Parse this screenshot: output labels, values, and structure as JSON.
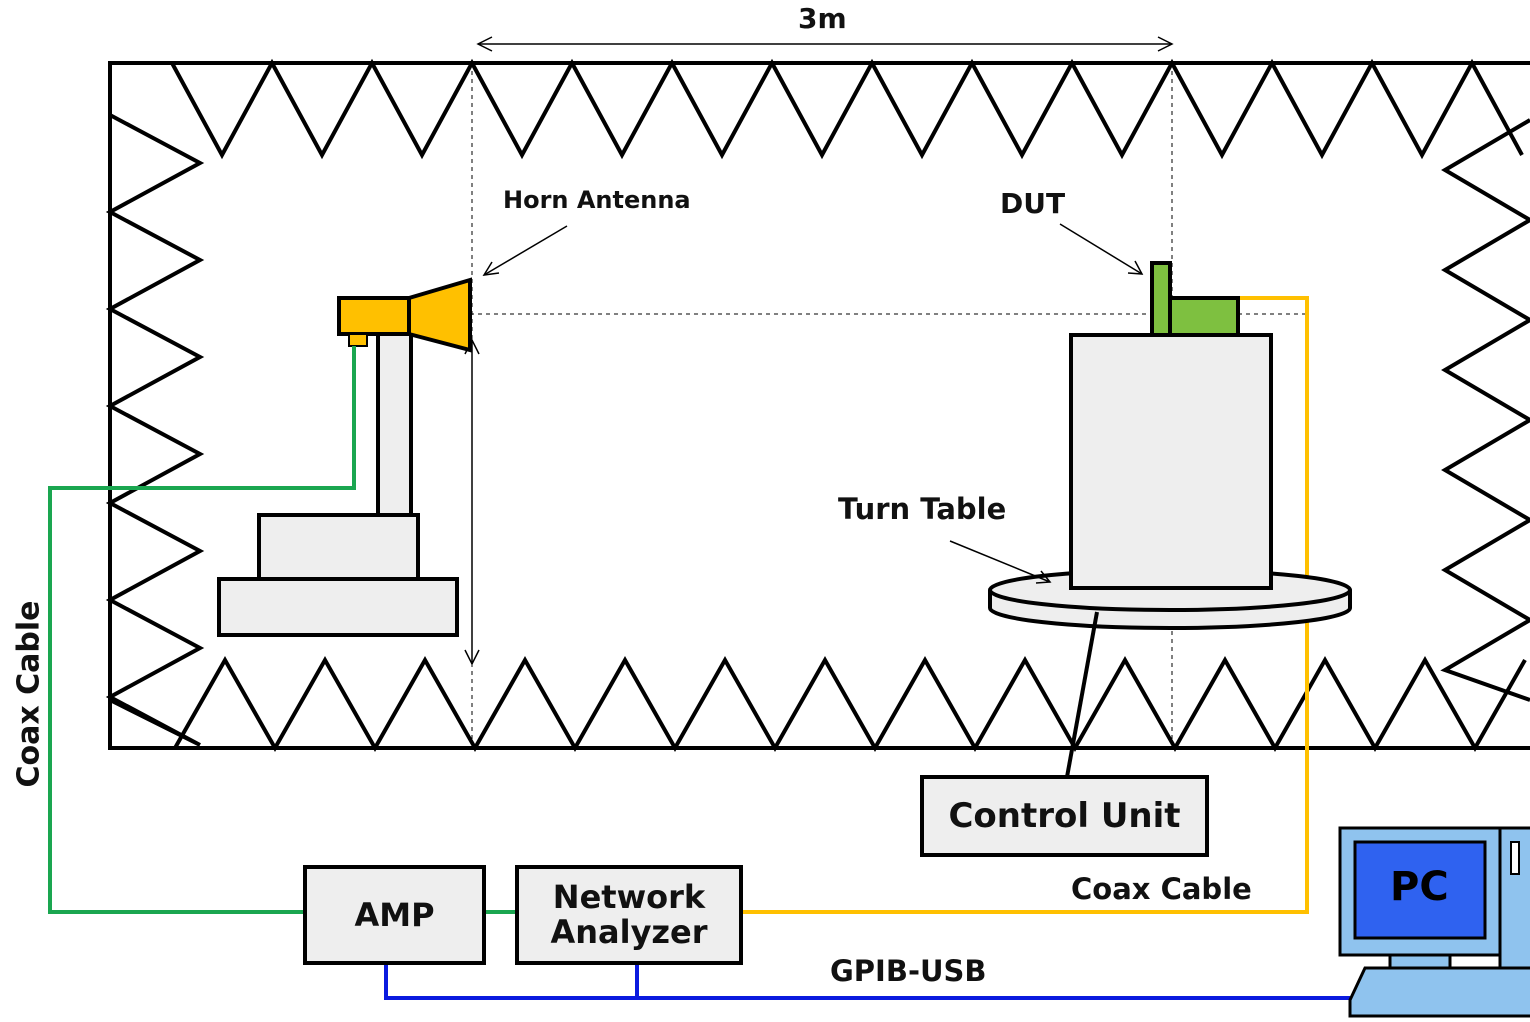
{
  "dimension_label": "3m",
  "labels": {
    "horn_antenna": "Horn Antenna",
    "dut": "DUT",
    "turn_table": "Turn Table",
    "coax_cable_left": "Coax Cable",
    "coax_cable_right": "Coax Cable",
    "gpib_usb": "GPIB-USB"
  },
  "boxes": {
    "control_unit": "Control Unit",
    "amp": "AMP",
    "network_analyzer_line1": "Network",
    "network_analyzer_line2": "Analyzer",
    "pc": "PC"
  },
  "colors": {
    "green_cable": "#1aa650",
    "yellow_cable": "#ffc000",
    "blue_cable": "#0a1adf",
    "antenna_fill": "#ffc000",
    "dut_fill": "#7ec040",
    "equipment_fill": "#eeeeee",
    "pc_body": "#8fc3ee",
    "pc_screen": "#2f62f0"
  }
}
